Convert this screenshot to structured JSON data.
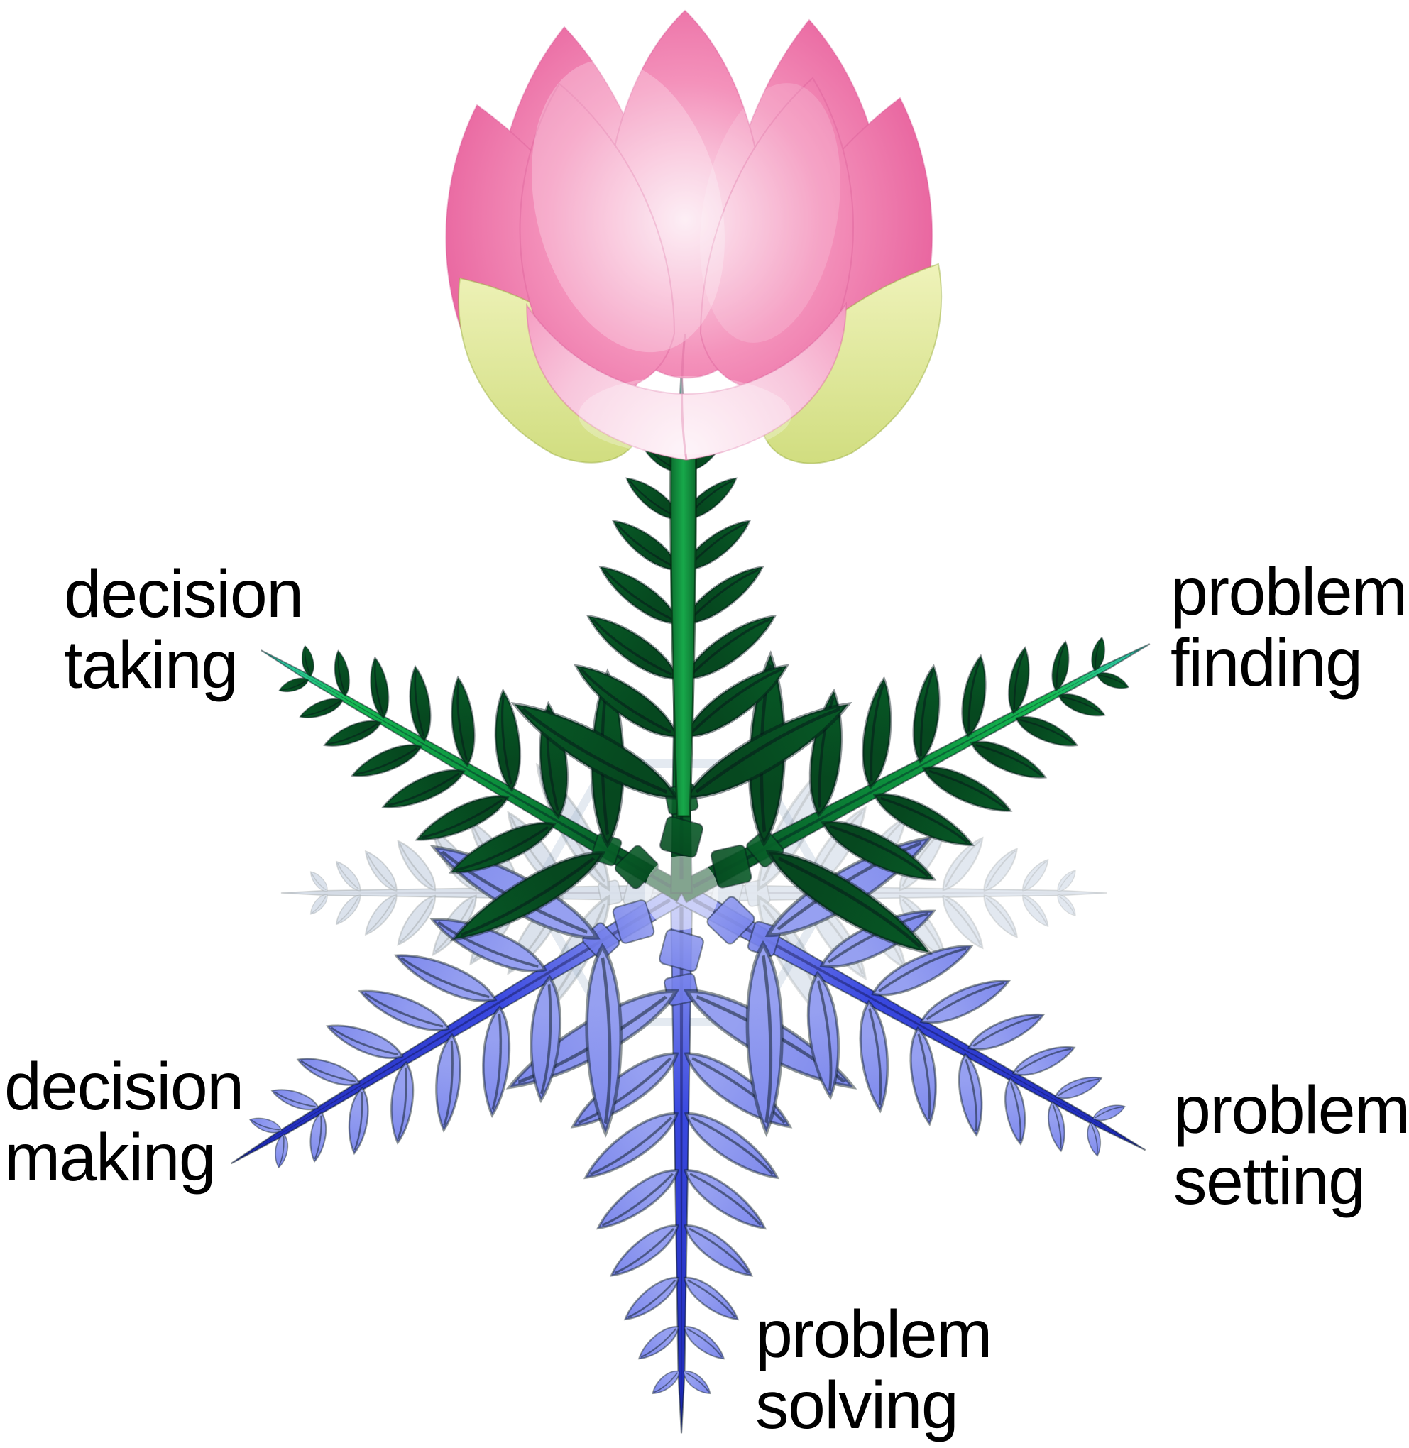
{
  "labels": {
    "decision_taking": {
      "line1": "decision",
      "line2": "taking"
    },
    "problem_finding": {
      "line1": "problem",
      "line2": "finding"
    },
    "decision_making": {
      "line1": "decision",
      "line2": "making"
    },
    "problem_setting": {
      "line1": "problem",
      "line2": "setting"
    },
    "problem_solving": {
      "line1": "problem",
      "line2": "solving"
    }
  },
  "colors": {
    "text": "#000000",
    "background": "#ffffff",
    "green_dark": "#06481f",
    "green_mid": "#0c8f3c",
    "green_bright": "#15b952",
    "green_tip_cyan": "#37d3c0",
    "blue_center_light": "#96a0f1",
    "blue_mid": "#3a49e0",
    "blue_deep": "#1b27b4",
    "ghost_blue": "#9fb2cc",
    "lotus_pink_light": "#fce9f2",
    "lotus_pink": "#f492bb",
    "lotus_pink_deep": "#e8639e",
    "lotus_pink_shadow": "#d94f8b",
    "lotus_front_light": "#fdf1f7",
    "lotus_front_mid": "#f8c6dc",
    "lotus_yellow_light": "#eef2b8",
    "lotus_yellow_green": "#cfdc7c",
    "stem_dark": "#0a5f28",
    "stem_light": "#17a84a"
  },
  "figure": {
    "flower": "pink-lotus-blossom",
    "snowflake_upper": "green-snow-crystal-arms",
    "snowflake_lower": "blue-snow-crystal-arms"
  }
}
